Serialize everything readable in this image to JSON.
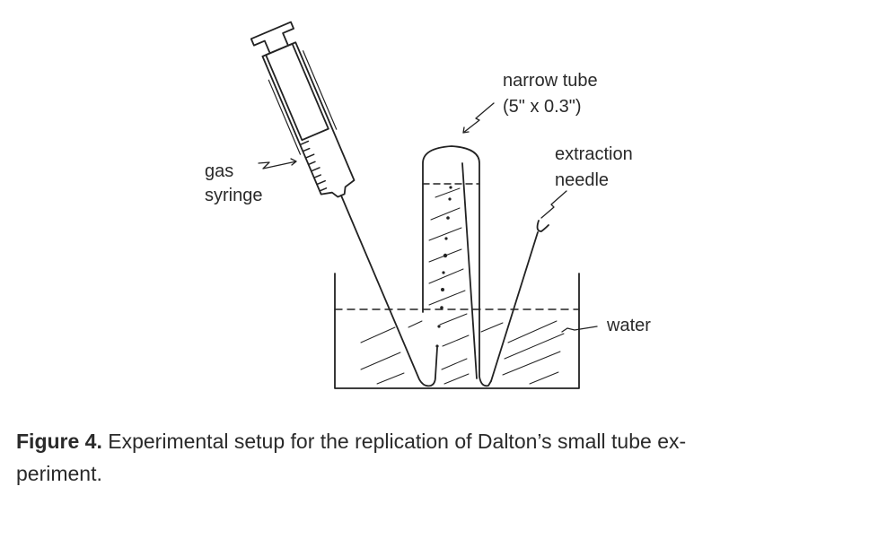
{
  "labels": {
    "narrow_tube_line1": "narrow tube",
    "narrow_tube_line2": "(5\" x 0.3\")",
    "extraction_line1": "extraction",
    "extraction_line2": "needle",
    "gas_line1": "gas",
    "gas_line2": "syringe",
    "water": "water"
  },
  "caption": {
    "figure_label": "Figure 4.",
    "text_line1": " Experimental setup for the replication of Dalton’s small tube ex-",
    "text_line2": "periment."
  }
}
